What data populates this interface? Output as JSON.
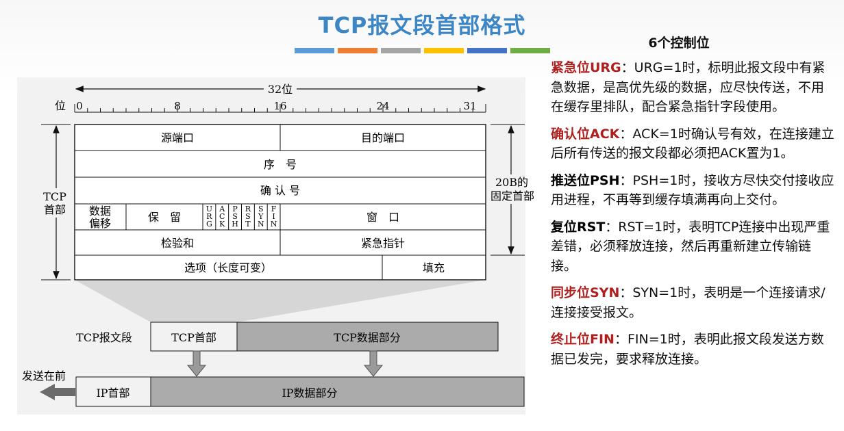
{
  "title": "TCP报文段首部格式",
  "colors": {
    "title": "#3d86c6",
    "highlight_red": "#b01e1e",
    "bar": [
      "#5b9bd5",
      "#ed7d31",
      "#a5a5a5",
      "#ffc000",
      "#4472c4",
      "#70ad47"
    ]
  },
  "diagram": {
    "width_label": "32位",
    "bit_label": "位",
    "bit_ticks": [
      "0",
      "8",
      "16",
      "24",
      "31"
    ],
    "fields": {
      "src_port": "源端口",
      "dst_port": "目的端口",
      "seq": "序　号",
      "ack": "确 认 号",
      "data_offset_1": "数据",
      "data_offset_2": "偏移",
      "reserved": "保　留",
      "flags": [
        [
          "U",
          "R",
          "G"
        ],
        [
          "A",
          "C",
          "K"
        ],
        [
          "P",
          "S",
          "H"
        ],
        [
          "R",
          "S",
          "T"
        ],
        [
          "S",
          "Y",
          "N"
        ],
        [
          "F",
          "I",
          "N"
        ]
      ],
      "window": "窗　口",
      "checksum": "检验和",
      "urgent_ptr": "紧急指针",
      "options": "选项（长度可变）",
      "padding": "填充"
    },
    "tcp_header_label_1": "TCP",
    "tcp_header_label_2": "首部",
    "fixed_label_1": "20B的",
    "fixed_label_2": "固定首部",
    "segment_label": "TCP报文段",
    "segment_header": "TCP首部",
    "segment_data": "TCP数据部分",
    "send_first": "发送在前",
    "ip_header": "IP首部",
    "ip_data": "IP数据部分"
  },
  "panel": {
    "title": "6个控制位",
    "items": [
      {
        "name": "紧急位URG",
        "sep": "：",
        "text": "URG=1时，标明此报文段中有紧急数据，是高优先级的数据，应尽快传送，不用在缓存里排队，配合紧急指针字段使用。",
        "color": "red"
      },
      {
        "name": "确认位ACK",
        "sep": "：",
        "text": "ACK=1时确认号有效，在连接建立后所有传送的报文段都必须把ACK置为1。",
        "color": "red"
      },
      {
        "name": "推送位PSH",
        "sep": "：",
        "text": "PSH=1时，接收方尽快交付接收应用进程，不再等到缓存填满再向上交付。",
        "color": "black"
      },
      {
        "name": "复位RST",
        "sep": "：",
        "text": "RST=1时，表明TCP连接中出现严重差错，必须释放连接，然后再重新建立传输链接。",
        "color": "black"
      },
      {
        "name": "同步位SYN",
        "sep": "：",
        "text": "SYN=1时，表明是一个连接请求/连接接受报文。",
        "color": "red"
      },
      {
        "name": "终止位FIN",
        "sep": "：",
        "text": "FIN=1时，表明此报文段发送方数据已发完，要求释放连接。",
        "color": "red"
      }
    ]
  }
}
